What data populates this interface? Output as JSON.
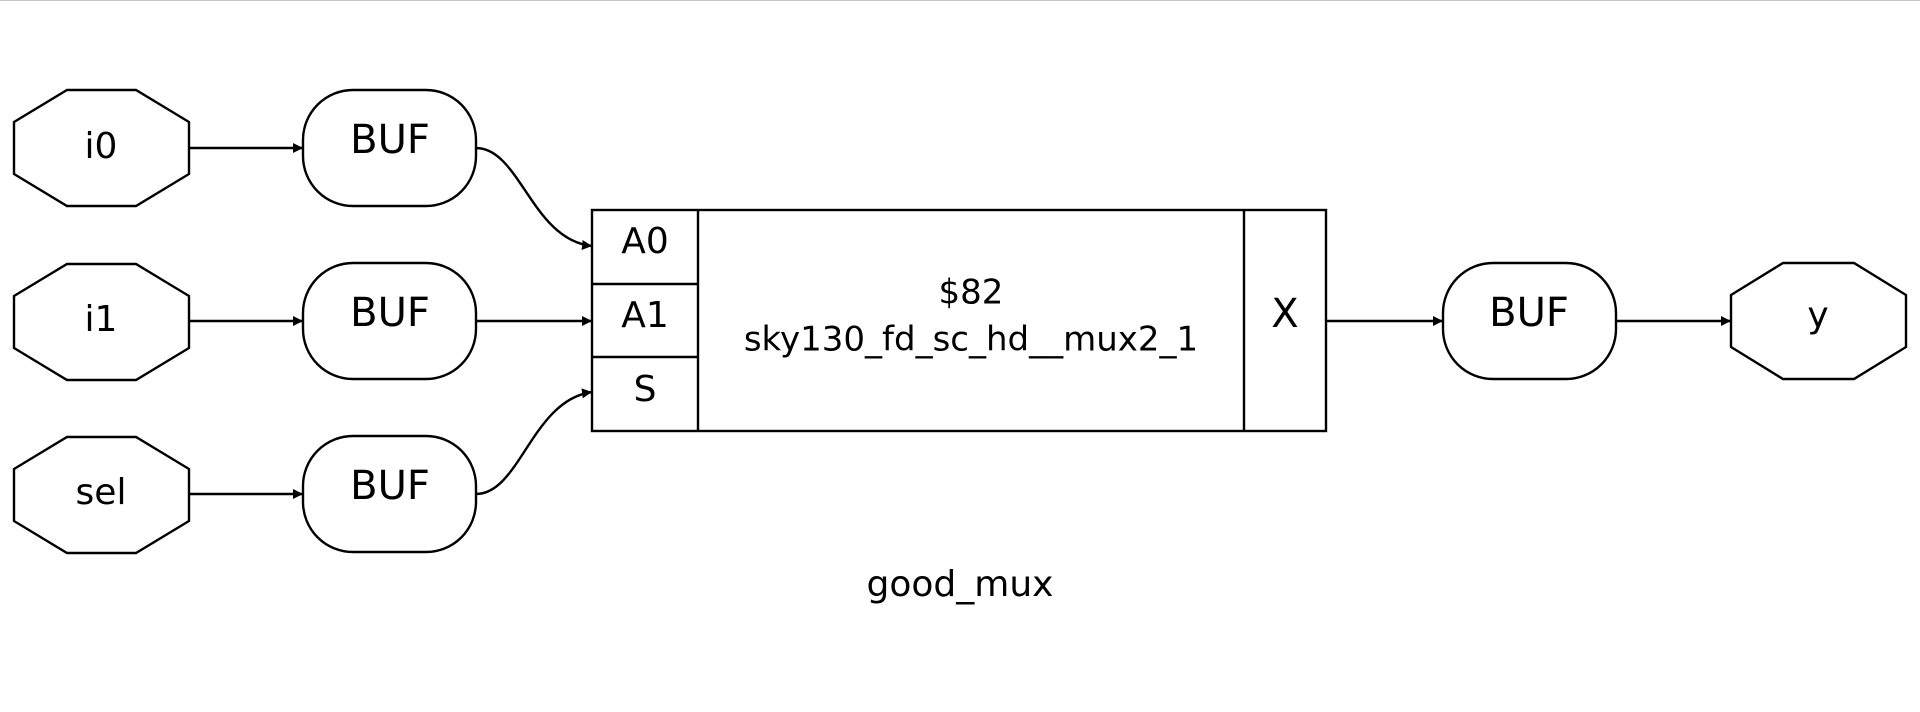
{
  "inputs": [
    {
      "label": "i0"
    },
    {
      "label": "i1"
    },
    {
      "label": "sel"
    }
  ],
  "buffers": [
    {
      "label": "BUF"
    },
    {
      "label": "BUF"
    },
    {
      "label": "BUF"
    },
    {
      "label": "BUF"
    }
  ],
  "cell": {
    "id": "$82",
    "type": "sky130_fd_sc_hd__mux2_1",
    "inputs": [
      "A0",
      "A1",
      "S"
    ],
    "output": "X"
  },
  "output": {
    "label": "y"
  },
  "caption": "good_mux"
}
